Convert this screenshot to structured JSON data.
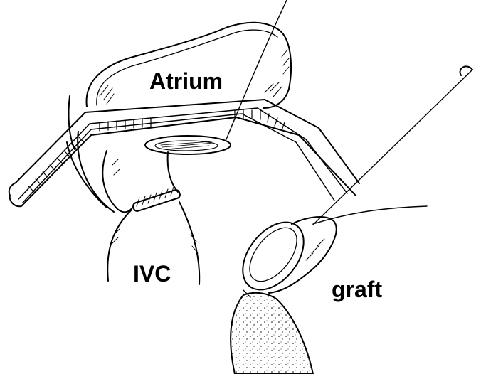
{
  "labels": {
    "atrium": "Atrium",
    "ivc": "IVC",
    "graft": "graft"
  }
}
